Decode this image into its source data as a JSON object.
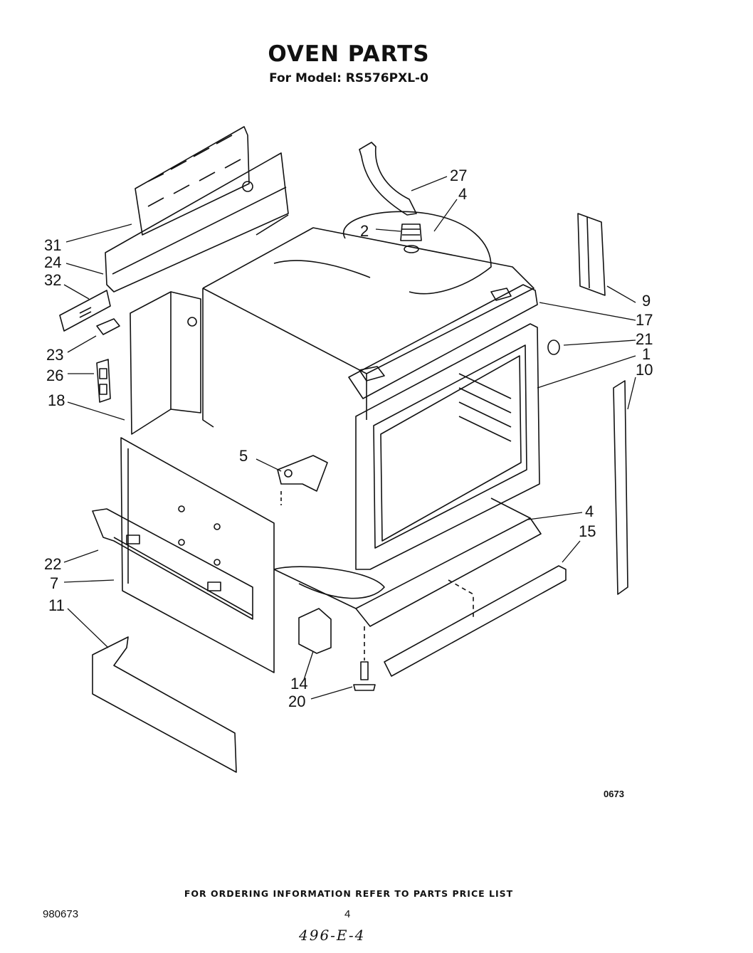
{
  "header": {
    "title": "OVEN PARTS",
    "model_line": "For Model: RS576PXL-0"
  },
  "callouts": [
    {
      "id": "c27",
      "label": "27"
    },
    {
      "id": "c4a",
      "label": "4"
    },
    {
      "id": "c2",
      "label": "2"
    },
    {
      "id": "c31",
      "label": "31"
    },
    {
      "id": "c24",
      "label": "24"
    },
    {
      "id": "c32",
      "label": "32"
    },
    {
      "id": "c23",
      "label": "23"
    },
    {
      "id": "c26",
      "label": "26"
    },
    {
      "id": "c18",
      "label": "18"
    },
    {
      "id": "c9",
      "label": "9"
    },
    {
      "id": "c17",
      "label": "17"
    },
    {
      "id": "c21",
      "label": "21"
    },
    {
      "id": "c1",
      "label": "1"
    },
    {
      "id": "c10",
      "label": "10"
    },
    {
      "id": "c5",
      "label": "5"
    },
    {
      "id": "c4b",
      "label": "4"
    },
    {
      "id": "c15",
      "label": "15"
    },
    {
      "id": "c22",
      "label": "22"
    },
    {
      "id": "c7",
      "label": "7"
    },
    {
      "id": "c11",
      "label": "11"
    },
    {
      "id": "c14",
      "label": "14"
    },
    {
      "id": "c20",
      "label": "20"
    }
  ],
  "figure_code": "0673",
  "footer": {
    "ordering_note": "FOR ORDERING INFORMATION REFER TO PARTS PRICE LIST",
    "document_number": "980673",
    "page_number": "4",
    "handwritten_note": "496-E-4"
  }
}
